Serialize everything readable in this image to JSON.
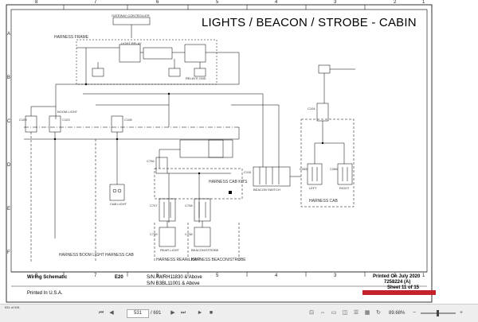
{
  "document": {
    "title": "LIGHTS / BEACON / STROBE - CABIN",
    "zones_top": [
      "8",
      "7",
      "6",
      "5",
      "4",
      "3",
      "2",
      "1"
    ],
    "zones_bottom": [
      "8",
      "7",
      "6",
      "5",
      "4",
      "3",
      "2",
      "1"
    ],
    "rows_left": [
      "A",
      "B",
      "C",
      "D",
      "E",
      "F"
    ]
  },
  "labels": {
    "gateway": "GATEWAY CONTROLLER",
    "harness_frame": "HARNESS FRAME",
    "light_relay": "LIGHT RELAY",
    "relays_gnd": "RELAYS GND",
    "cab_light": "CAB LIGHT",
    "boom_light": "BOOM LIGHT",
    "beacon": "BEACON SWITCH",
    "left": "LEFT",
    "right": "RIGHT",
    "c103": "C103",
    "c104": "C104",
    "c108": "C108",
    "c109": "C109",
    "c110": "C110",
    "c706": "C706",
    "c707": "C707",
    "c708": "C708",
    "c738": "C738",
    "c739": "C739",
    "c265": "C265",
    "c266": "C266",
    "rear_light": "REAR LIGHT",
    "beacon_strobe": "BEACON/STROBE",
    "harness_cab_kits": "HARNESS CAB KITS",
    "harness_cab_right": "HARNESS CAB",
    "harness_boom_light": "HARNESS BOOM LIGHT",
    "harness_cab": "HARNESS CAB",
    "harness_rear_light": "HARNESS REAR LIGHT",
    "harness_beacon_strobe": "HARNESS BEACON/STROBE"
  },
  "title_block": {
    "type": "Wiring Schematic",
    "model": "E20",
    "sn1": "S/N AWRH11830 & Above",
    "sn2": "S/N B3BL11001 & Above",
    "printed": "Printed On July 2020",
    "part": "7258224 (A)",
    "sheet": "Sheet 11 of 15",
    "printed_in": "Printed In U.S.A."
  },
  "viewer": {
    "page_current": "531",
    "page_total": "/ 691",
    "zoom": "89.68%",
    "left_note": "531 of 691"
  },
  "colors": {
    "wire": "#1a1a1a",
    "sheet_badge": "#c4232b"
  }
}
